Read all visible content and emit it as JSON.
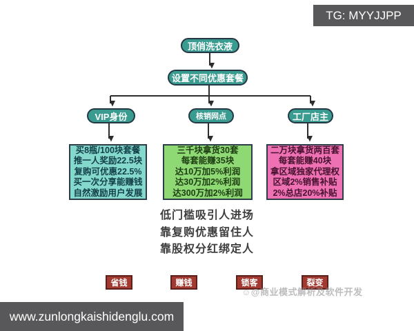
{
  "badge": {
    "label": "TG: MYYJJPP"
  },
  "flow": {
    "root": "顶俏洗衣液",
    "step2": "设置不同优惠套餐",
    "branches": [
      {
        "header": "VIP身份",
        "bg": "#85d8cc",
        "text_color": "#134049",
        "lines": [
          "买8瓶/100块套餐",
          "推一人奖励22.5块",
          "复购可优惠22.5%",
          "买一次分享能赚钱",
          "自然激励用户发展"
        ]
      },
      {
        "header": "核销网点",
        "bg": "#8fd974",
        "text_color": "#1d3d12",
        "lines": [
          "三千块拿货30套",
          "每套能赚35块",
          "达10万加5%利润",
          "达30万加2%利润",
          "达300万加2%利润"
        ]
      },
      {
        "header": "工厂店主",
        "bg": "#ee72b3",
        "text_color": "#47122f",
        "lines": [
          "二万块拿货两百套",
          "每套能赚40块",
          "拿区域独家代理权",
          "区域2%销售补贴",
          "2%总店20%补贴"
        ]
      }
    ]
  },
  "statements": [
    "低门槛吸引人进场",
    "靠复购优惠留住人",
    "靠股权分红绑定人"
  ],
  "tags": [
    "省钱",
    "赚钱",
    "锁客",
    "裂变"
  ],
  "watermark": "☺@商业模式解析及软件开发",
  "footer": {
    "url": "www.zunlongkaishidenglu.com"
  },
  "colors": {
    "node_fill": "#3a9c90",
    "node_border": "#253744",
    "box_border": "#2c3c49",
    "tag_fill": "#a23a31",
    "bar_fill": "#58585a",
    "connector": "#2d2d2d",
    "statement_text": "#3e3e3e"
  }
}
